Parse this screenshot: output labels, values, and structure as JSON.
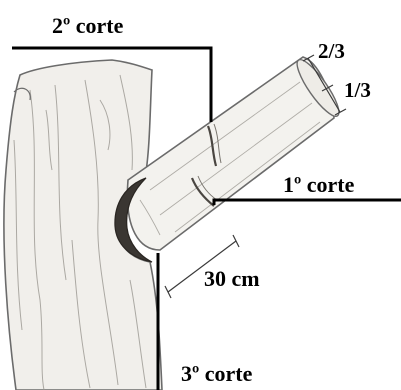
{
  "labels": {
    "cut2": "2º corte",
    "cut1": "1º corte",
    "cut3": "3º corte",
    "frac_top": "2/3",
    "frac_bottom": "1/3",
    "distance": "30 cm"
  },
  "colors": {
    "line": "#000000",
    "trunk_fill": "#f1efeb",
    "trunk_stroke": "#6b6b6b",
    "branch_fill": "#f3f2ee",
    "collar_dark": "#3a3632",
    "background": "#ffffff"
  }
}
